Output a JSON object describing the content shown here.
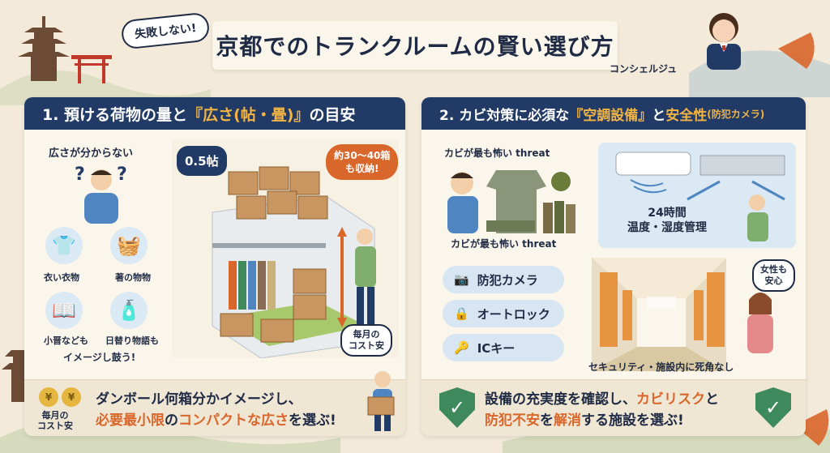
{
  "header": {
    "subtitle": "失敗しない!",
    "title": "京都でのトランクルームの賢い選び方",
    "concierge_label": "コンシェルジュ"
  },
  "left_panel": {
    "heading_prefix": "1. 預ける荷物の量と",
    "heading_highlight": "『広さ(帖・畳)』",
    "heading_suffix": "の目安",
    "unknown_size_label": "広さが分からない",
    "items": [
      {
        "label": "衣い衣物",
        "icon": "shirt-icon"
      },
      {
        "label": "著の物物",
        "icon": "folded-cloth-icon"
      },
      {
        "label": "小晋なども",
        "icon": "book-icon"
      },
      {
        "label": "日替り物語も",
        "icon": "bottles-icon"
      }
    ],
    "imagine_label": "イメージし鼓う!",
    "size_badge": "0.5帖",
    "capacity_bubble": "約30〜40箱\nも収納!",
    "cost_bubble": "毎月の\nコスト安",
    "coin_label": "毎月の\nコスト安",
    "bottom_line1_a": "ダンボール何箱分かイメージし、",
    "bottom_line2_a": "必要最小限",
    "bottom_line2_b": "の",
    "bottom_line2_c": "コンパクトな広さ",
    "bottom_line2_d": "を選ぶ!"
  },
  "right_panel": {
    "heading_prefix": "2. カビ対策に必須な",
    "heading_highlight": "『空調設備』",
    "heading_mid": "と",
    "heading_highlight2": "安全性",
    "heading_small": "(防犯カメラ)",
    "mold_label_top": "カビが最も怖い threat",
    "mold_label_bottom": "カビが最も怖い threat",
    "climate_label": "24時間\n温度・湿度管理",
    "security_pills": [
      {
        "label": "防犯カメラ",
        "icon": "camera-icon"
      },
      {
        "label": "オートロック",
        "icon": "lock-icon"
      },
      {
        "label": "ICキー",
        "icon": "key-icon"
      }
    ],
    "women_bubble": "女性も\n安心",
    "corridor_label": "セキュリティ・施設内に死角なし",
    "bottom_line1_a": "設備の充実度を確認し、",
    "bottom_line1_b": "カビリスク",
    "bottom_line1_c": "と",
    "bottom_line2_a": "防犯不安",
    "bottom_line2_b": "を",
    "bottom_line2_c": "解消",
    "bottom_line2_d": "する施設を選ぶ!"
  },
  "colors": {
    "navy": "#223a66",
    "orange": "#d9662b",
    "gold": "#f2b544",
    "green": "#3f8a5c",
    "background": "#f3ead9"
  }
}
